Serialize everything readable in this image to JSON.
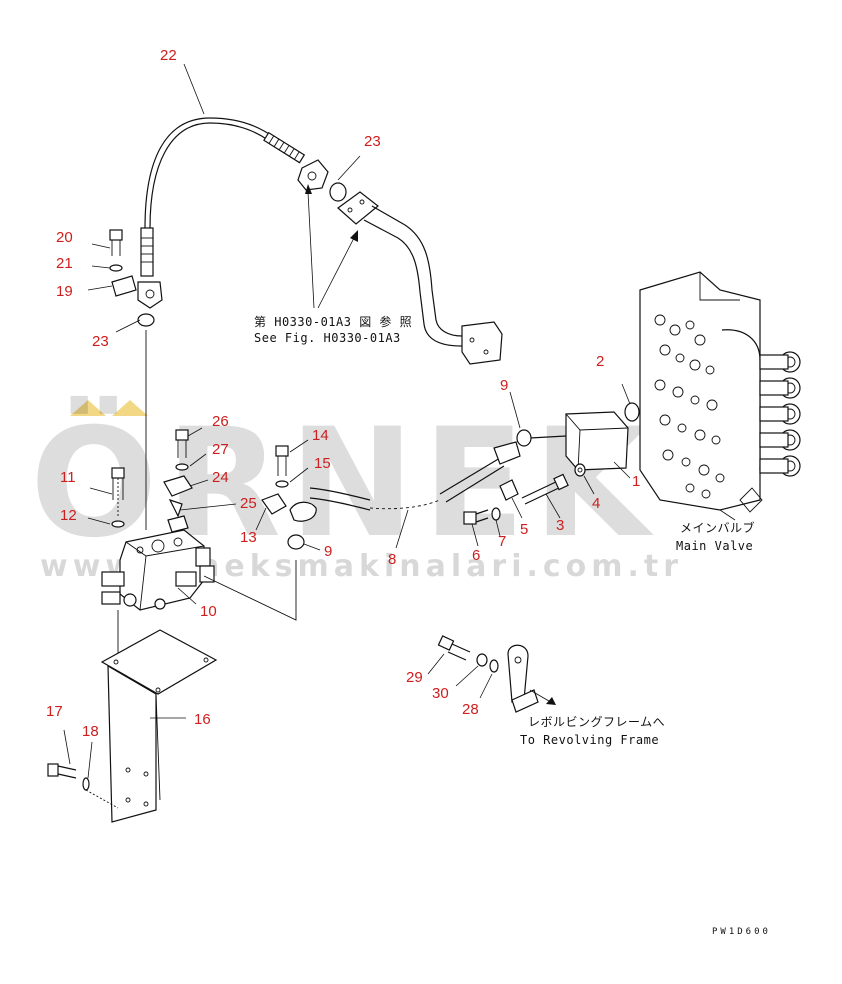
{
  "diagram": {
    "part_numbers": {
      "p1": "1",
      "p2": "2",
      "p3": "3",
      "p4": "4",
      "p5": "5",
      "p6": "6",
      "p7": "7",
      "p8": "8",
      "p9a": "9",
      "p9b": "9",
      "p10": "10",
      "p11": "11",
      "p12": "12",
      "p13": "13",
      "p14": "14",
      "p15": "15",
      "p16": "16",
      "p17": "17",
      "p18": "18",
      "p19": "19",
      "p20": "20",
      "p21": "21",
      "p22": "22",
      "p23a": "23",
      "p23b": "23",
      "p24": "24",
      "p25": "25",
      "p26": "26",
      "p27": "27",
      "p28": "28",
      "p29": "29",
      "p30": "30"
    },
    "ref_note_jp": "第 H0330-01A3 図 参 照",
    "ref_note_en": "See Fig. H0330-01A3",
    "main_valve_jp": "メインバルブ",
    "main_valve_en": "Main Valve",
    "revolving_jp": "レボルビングフレームへ",
    "revolving_en": "To Revolving Frame",
    "drawing_code": "PW1D600"
  },
  "watermark": {
    "text": "ÖRNEK",
    "url": "www.orneksmakinalari.com.tr",
    "color": "#e8b820"
  }
}
